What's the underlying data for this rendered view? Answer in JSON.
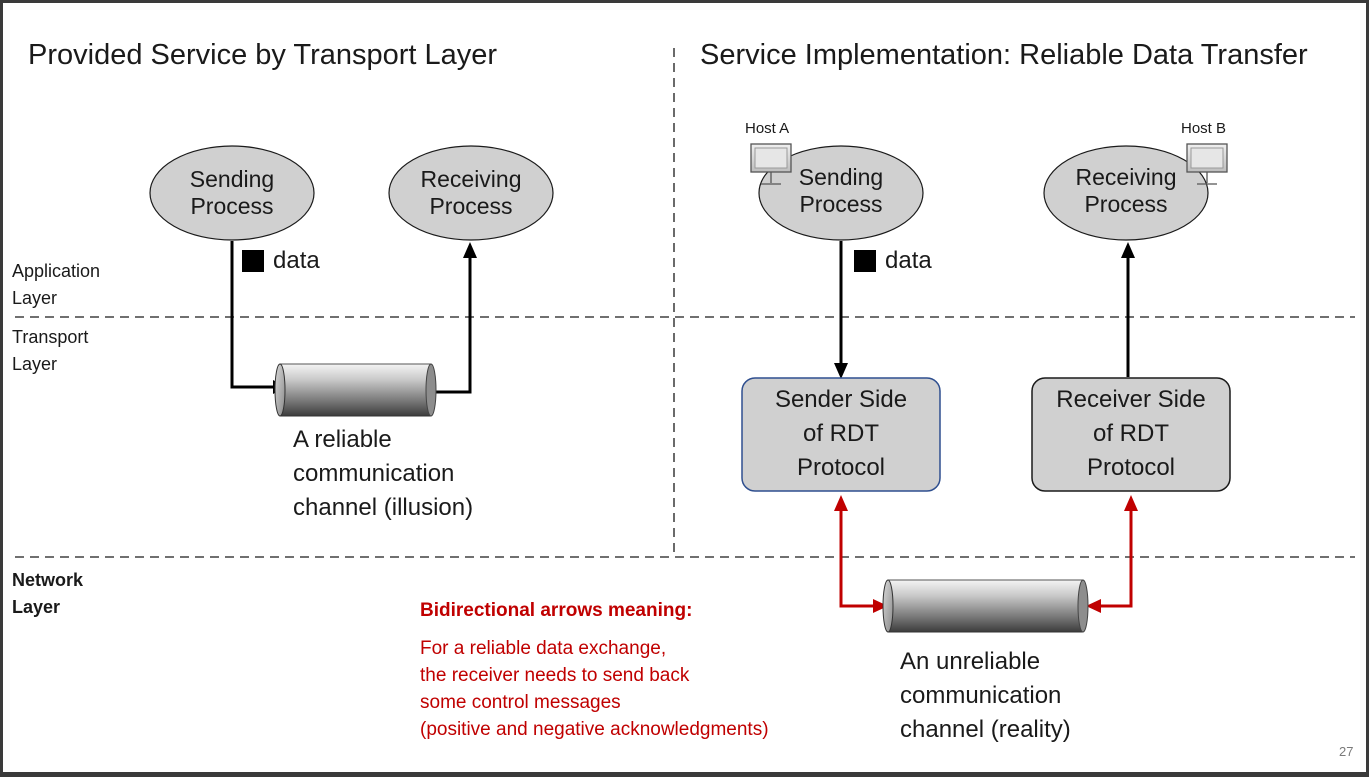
{
  "titles": {
    "left": "Provided Service by Transport Layer",
    "right": "Service Implementation: Reliable Data Transfer"
  },
  "layers": {
    "application": "Application Layer",
    "transport": "Transport Layer",
    "network": "Network Layer"
  },
  "left": {
    "sending_process": "Sending Process",
    "receiving_process": "Receiving Process",
    "data_label": "data",
    "channel_label": [
      "A reliable",
      "communication",
      "channel (illusion)"
    ]
  },
  "right": {
    "host_a": "Host A",
    "host_b": "Host B",
    "sending_process": "Sending Process",
    "receiving_process": "Receiving Process",
    "data_label": "data",
    "sender_box": [
      "Sender Side",
      "of RDT",
      "Protocol"
    ],
    "receiver_box": [
      "Receiver Side",
      "of RDT",
      "Protocol"
    ],
    "channel_label": [
      "An unreliable",
      "communication",
      "channel (reality)"
    ]
  },
  "note": {
    "title": "Bidirectional arrows meaning:",
    "lines": [
      "For a reliable data exchange,",
      "the receiver needs to send back",
      "some control messages",
      "(positive and negative acknowledgments)"
    ]
  },
  "page_number": "27",
  "colors": {
    "accent_red": "#c00000",
    "box_fill": "#d0d0d0",
    "sender_box_border": "#2f4f8f"
  },
  "icons": {
    "host_a": "desktop-computer-icon",
    "host_b": "desktop-computer-icon",
    "data_marker": "filled-square-icon",
    "channel": "cylinder-pipe-icon"
  }
}
